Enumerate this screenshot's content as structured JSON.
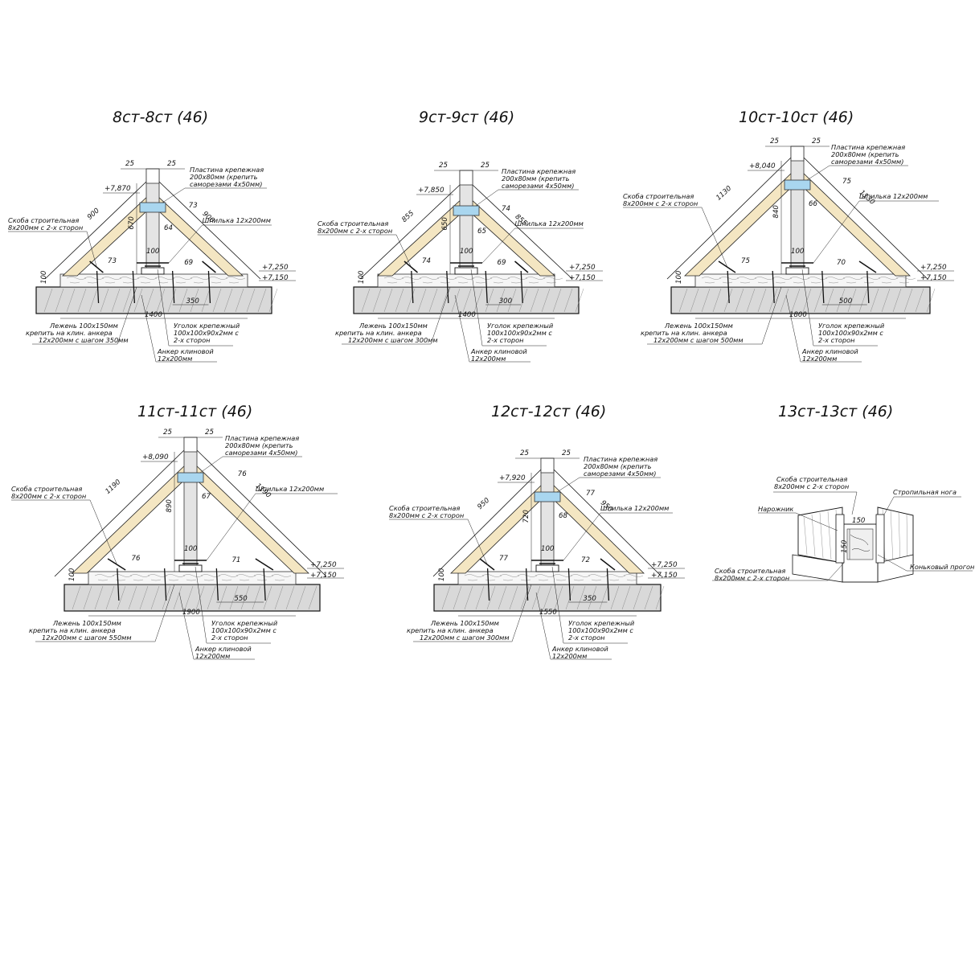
{
  "details": [
    {
      "title": "8ст-8ст (46)",
      "post_len": "670",
      "rafter_len": "900",
      "pitch_label": "25",
      "elev_top": "+7,870",
      "elev_1": "+7,250",
      "elev_2": "+7,150",
      "base_h": "100",
      "post_w": "100",
      "span": "1400",
      "step": "350",
      "num_post": "64",
      "num_rafter_l": "73",
      "num_rafter_r": "73",
      "num_lezh": "69",
      "lbl_plate": [
        "Пластина крепежная",
        "200х80мм (крепить",
        "саморезами 4х50мм)"
      ],
      "lbl_skoba": [
        "Скоба строительная",
        "8х200мм с 2-х сторон"
      ],
      "lbl_pin": "Шпилька 12х200мм",
      "lbl_lezh": [
        "Лежень 100х150мм",
        "крепить на клин. анкера",
        "12х200мм с шагом 350мм"
      ],
      "lbl_ugol": [
        "Уголок крепежный",
        "100х100х90х2мм с",
        "2-х сторон"
      ],
      "lbl_anchor": [
        "Анкер клиновой",
        "12х200мм"
      ]
    },
    {
      "title": "9ст-9ст (46)",
      "post_len": "650",
      "rafter_len": "855",
      "pitch_label": "25",
      "elev_top": "+7,850",
      "elev_1": "+7,250",
      "elev_2": "+7,150",
      "base_h": "100",
      "post_w": "100",
      "span": "1400",
      "step": "300",
      "num_post": "65",
      "num_rafter_l": "74",
      "num_rafter_r": "74",
      "num_lezh": "69",
      "lbl_plate": [
        "Пластина крепежная",
        "200х80мм (крепить",
        "саморезами 4х50мм)"
      ],
      "lbl_skoba": [
        "Скоба строительная",
        "8х200мм с 2-х сторон"
      ],
      "lbl_pin": "Шпилька 12х200мм",
      "lbl_lezh": [
        "Лежень 100х150мм",
        "крепить на клин. анкера",
        "12х200мм с шагом 300мм"
      ],
      "lbl_ugol": [
        "Уголок крепежный",
        "100х100х90х2мм с",
        "2-х сторон"
      ],
      "lbl_anchor": [
        "Анкер клиновой",
        "12х200мм"
      ]
    },
    {
      "title": "10ст-10ст (46)",
      "post_len": "840",
      "rafter_len": "1130",
      "pitch_label": "25",
      "elev_top": "+8,040",
      "elev_1": "+7,250",
      "elev_2": "+7,150",
      "base_h": "100",
      "post_w": "100",
      "span": "1800",
      "step": "500",
      "num_post": "66",
      "num_rafter_l": "75",
      "num_rafter_r": "75",
      "num_lezh": "70",
      "lbl_plate": [
        "Пластина крепежная",
        "200х80мм (крепить",
        "саморезами 4х50мм)"
      ],
      "lbl_skoba": [
        "Скоба строительная",
        "8х200мм с 2-х сторон"
      ],
      "lbl_pin": "Шпилька 12х200мм",
      "lbl_lezh": [
        "Лежень 100х150мм",
        "крепить на клин. анкера",
        "12х200мм с шагом 500мм"
      ],
      "lbl_ugol": [
        "Уголок крепежный",
        "100х100х90х2мм с",
        "2-х сторон"
      ],
      "lbl_anchor": [
        "Анкер клиновой",
        "12х200мм"
      ]
    },
    {
      "title": "11ст-11ст (46)",
      "post_len": "890",
      "rafter_len": "1190",
      "pitch_label": "25",
      "elev_top": "+8,090",
      "elev_1": "+7,250",
      "elev_2": "+7,150",
      "base_h": "100",
      "post_w": "100",
      "span": "1900",
      "step": "550",
      "num_post": "67",
      "num_rafter_l": "76",
      "num_rafter_r": "76",
      "num_lezh": "71",
      "lbl_plate": [
        "Пластина крепежная",
        "200х80мм (крепить",
        "саморезами 4х50мм)"
      ],
      "lbl_skoba": [
        "Скоба строительная",
        "8х200мм с 2-х сторон"
      ],
      "lbl_pin": "Шпилька 12х200мм",
      "lbl_lezh": [
        "Лежень 100х150мм",
        "крепить на клин. анкера",
        "12х200мм с шагом 550мм"
      ],
      "lbl_ugol": [
        "Уголок крепежный",
        "100х100х90х2мм с",
        "2-х сторон"
      ],
      "lbl_anchor": [
        "Анкер клиновой",
        "12х200мм"
      ]
    },
    {
      "title": "12ст-12ст (46)",
      "post_len": "720",
      "rafter_len": "950",
      "pitch_label": "25",
      "elev_top": "+7,920",
      "elev_1": "+7,250",
      "elev_2": "+7,150",
      "base_h": "100",
      "post_w": "100",
      "span": "1550",
      "step": "350",
      "num_post": "68",
      "num_rafter_l": "77",
      "num_rafter_r": "77",
      "num_lezh": "72",
      "lbl_plate": [
        "Пластина крепежная",
        "200х80мм (крепить",
        "саморезами 4х50мм)"
      ],
      "lbl_skoba": [
        "Скоба строительная",
        "8х200мм с 2-х сторон"
      ],
      "lbl_pin": "Шпилька 12х200мм",
      "lbl_lezh": [
        "Лежень 100х150мм",
        "крепить на клин. анкера",
        "12х200мм с шагом 300мм"
      ],
      "lbl_ugol": [
        "Уголок крепежный",
        "100х100х90х2мм с",
        "2-х сторон"
      ],
      "lbl_anchor": [
        "Анкер клиновой",
        "12х200мм"
      ]
    }
  ],
  "detail13": {
    "title": "13ст-13ст (46)",
    "lbl_skoba_top": [
      "Скоба строительная",
      "8х200мм с 2-х сторон"
    ],
    "lbl_rafter": "Стропильная нога",
    "lbl_narozhnik": "Нарожник",
    "lbl_skoba_bottom": [
      "Скоба строительная",
      "8х200мм с 2-х сторон"
    ],
    "lbl_purlin": "Коньковый прогон",
    "dim_w": "150",
    "dim_h": "150"
  },
  "colors": {
    "rafter": "#f4e6c2",
    "plate": "#a9d6ef",
    "post": "#e4e4e4",
    "concrete": "#d9d9d9"
  }
}
